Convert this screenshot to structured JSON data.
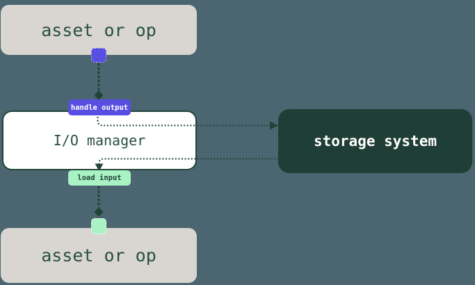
{
  "diagram": {
    "title": "io-manager-flow",
    "nodes": {
      "asset_top": {
        "label": "asset or op"
      },
      "io_manager": {
        "label": "I/O manager"
      },
      "storage": {
        "label": "storage system"
      },
      "asset_bottom": {
        "label": "asset or op"
      }
    },
    "edges": {
      "handle_output": {
        "label": "handle output"
      },
      "load_input": {
        "label": "load input"
      }
    },
    "colors": {
      "background": "#4b6670",
      "node_gray": "#d9d6d1",
      "node_white": "#ffffff",
      "storage_fill": "#1f3e35",
      "line_dark_green": "#21443a",
      "text_dark_green": "#2a4f44",
      "accent_purple": "#584ee2",
      "accent_green": "#a9f2c4"
    }
  }
}
